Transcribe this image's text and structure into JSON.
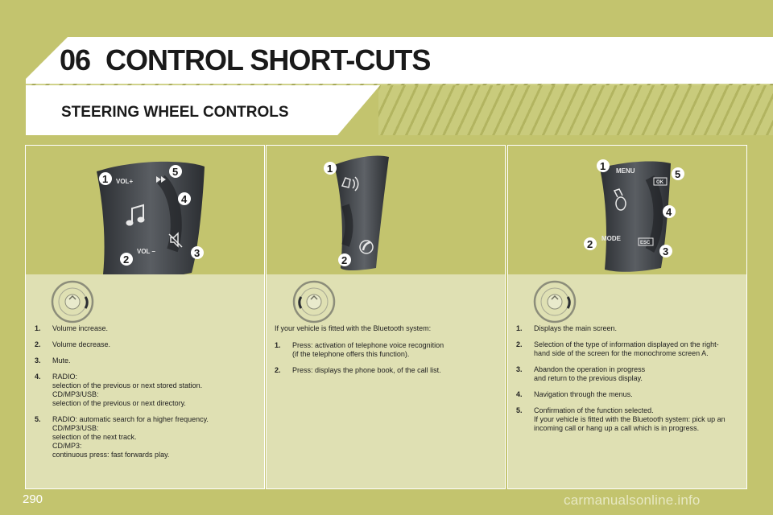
{
  "header": {
    "chapter_number": "06",
    "title": "CONTROL SHORT-CUTS"
  },
  "section": {
    "title": "STEERING WHEEL CONTROLS"
  },
  "columns": [
    {
      "intro": "",
      "buttons": {
        "vol_plus": "VOL+",
        "vol_minus": "VOL –"
      },
      "badges": [
        "1",
        "2",
        "3",
        "4",
        "5"
      ],
      "items": [
        {
          "num": "1.",
          "lines": [
            "Volume increase."
          ]
        },
        {
          "num": "2.",
          "lines": [
            "Volume decrease."
          ]
        },
        {
          "num": "3.",
          "lines": [
            "Mute."
          ]
        },
        {
          "num": "4.",
          "lines": [
            "RADIO:",
            "selection of the previous or next stored station.",
            "CD/MP3/USB:",
            "selection of the previous or next directory."
          ]
        },
        {
          "num": "5.",
          "lines": [
            "RADIO: automatic search for a higher frequency.",
            "CD/MP3/USB:",
            "selection of the next track.",
            "CD/MP3:",
            "continuous press: fast forwards play."
          ]
        }
      ]
    },
    {
      "intro": "If your vehicle is fitted with the Bluetooth system:",
      "badges": [
        "1",
        "2"
      ],
      "items": [
        {
          "num": "1.",
          "lines": [
            "Press: activation of telephone voice recognition",
            "(if the telephone offers this function)."
          ]
        },
        {
          "num": "2.",
          "lines": [
            "Press: displays the phone book, of the call list."
          ]
        }
      ]
    },
    {
      "intro": "",
      "buttons": {
        "menu": "MENU",
        "mode": "MODE",
        "ok": "OK",
        "esc": "ESC"
      },
      "badges": [
        "1",
        "2",
        "3",
        "4",
        "5"
      ],
      "items": [
        {
          "num": "1.",
          "lines": [
            "Displays the main screen."
          ]
        },
        {
          "num": "2.",
          "lines": [
            "Selection of the type of information displayed on the right-",
            "hand side of the screen for the monochrome screen A."
          ]
        },
        {
          "num": "3.",
          "lines": [
            "Abandon the operation in progress",
            "and return to the previous display."
          ]
        },
        {
          "num": "4.",
          "lines": [
            "Navigation through the menus."
          ]
        },
        {
          "num": "5.",
          "lines": [
            "Confirmation of the function selected.",
            "If your vehicle is fitted with the Bluetooth system: pick up an",
            "incoming call or hang up a call which is in progress."
          ]
        }
      ]
    }
  ],
  "footer": {
    "page_number": "290",
    "watermark": "carmanualsonline.info"
  },
  "colors": {
    "background": "#c3c46e",
    "panel": "#dfe0b3",
    "control": "#3f4348"
  },
  "icons": [
    "music-note-icon",
    "mute-icon",
    "fast-forward-icon",
    "voice-command-icon",
    "phone-icon",
    "joystick-icon",
    "steering-wheel-icon"
  ]
}
